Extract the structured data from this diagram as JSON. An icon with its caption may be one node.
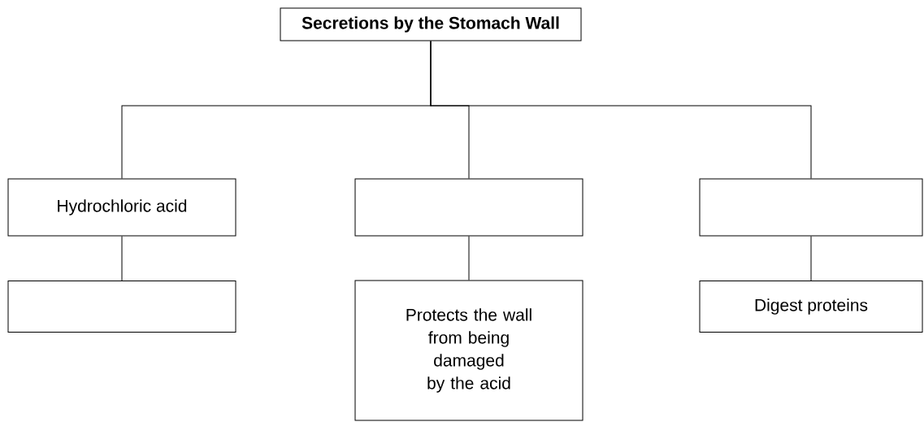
{
  "diagram": {
    "nodes": [
      {
        "text": [
          "Secretions by the Stomach Wall"
        ]
      },
      {
        "text": [
          "Hydrochloric acid"
        ]
      },
      {
        "text": [],
        "shape": "box"
      },
      {
        "text": [],
        "shape": "box"
      },
      {
        "text": [],
        "shape": "box"
      },
      {
        "text": [
          "Protects the wall from being damaged by the acid"
        ]
      },
      {
        "text": [
          "Digest proteins"
        ]
      }
    ],
    "edges": [
      {
        "from": 0,
        "to": 1,
        "arrow": "none"
      },
      {
        "from": 0,
        "to": 2,
        "arrow": "none"
      },
      {
        "from": 0,
        "to": 3,
        "arrow": "none"
      },
      {
        "from": 1,
        "to": 4,
        "arrow": "none"
      },
      {
        "from": 2,
        "to": 5,
        "arrow": "none"
      },
      {
        "from": 3,
        "to": 6,
        "arrow": "none"
      }
    ]
  }
}
